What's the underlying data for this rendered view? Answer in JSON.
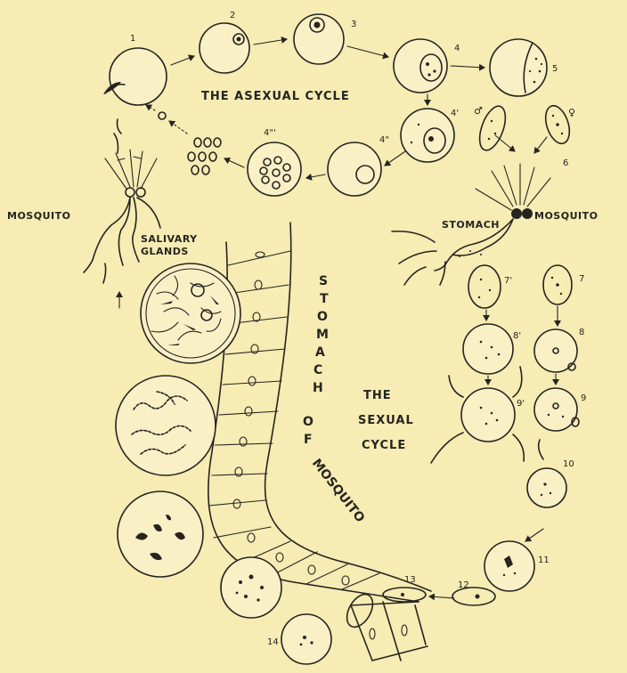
{
  "labels": {
    "asexual_cycle": "THE ASEXUAL CYCLE",
    "sexual_cycle_line1": "THE",
    "sexual_cycle_line2": "SEXUAL",
    "sexual_cycle_line3": "CYCLE",
    "mosquito_left": "MOSQUITO",
    "mosquito_right": "MOSQUITO",
    "stomach": "STOMACH",
    "salivary_line1": "SALIVARY",
    "salivary_line2": "GLANDS",
    "stomach_vertical": [
      "S",
      "T",
      "O",
      "M",
      "A",
      "C",
      "H"
    ],
    "of_vertical": [
      "O",
      "F"
    ],
    "mosquito_diagonal": "MOSQUITO"
  },
  "stages": {
    "s1": "1",
    "s2": "2",
    "s3": "3",
    "s4": "4",
    "s5": "5",
    "s6": "6",
    "s4p": "4'",
    "s4pp": "4\"",
    "s4ppp": "4\"'",
    "s7": "7",
    "s7p": "7'",
    "s8": "8",
    "s8p": "8'",
    "s9": "9",
    "s9p": "9'",
    "s10": "10",
    "s11": "11",
    "s12": "12",
    "s13": "13",
    "s14": "14"
  },
  "symbols": {
    "male": "♂",
    "female": "♀"
  },
  "colors": {
    "paper": "#f6ecb4",
    "ink": "#262420",
    "cell_fill": "#f9f0c6"
  }
}
